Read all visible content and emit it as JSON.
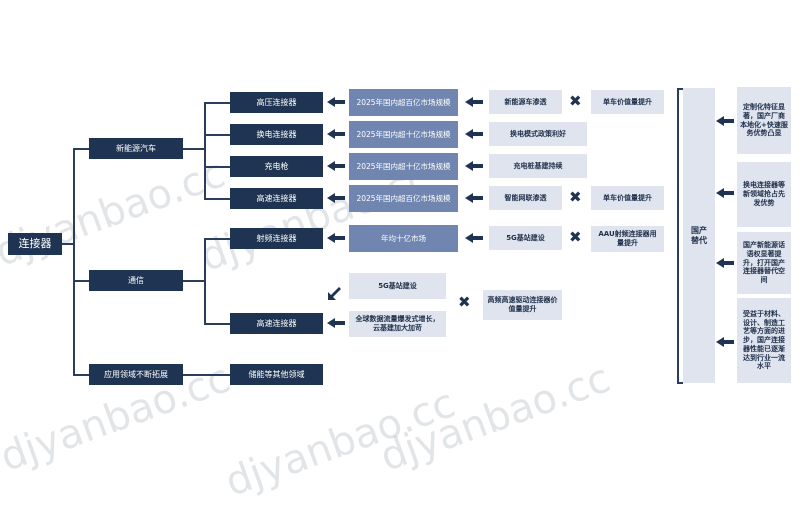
{
  "root": "连接器",
  "level1": {
    "nev": "新能源汽车",
    "telecom": "通信",
    "apps": "应用领域不断拓展"
  },
  "level2": {
    "hv": "高压连接器",
    "swap": "换电连接器",
    "gun": "充电枪",
    "hs_car": "高速连接器",
    "rf": "射频连接器",
    "hs_tel": "高速连接器",
    "storage": "储能等其他领域"
  },
  "market": {
    "hv": "2025年国内超百亿市场规模",
    "swap": "2025年国内超十亿市场规模",
    "gun": "2025年国内超十亿市场规模",
    "hs_car": "2025年国内超百亿市场规模",
    "rf": "年均十亿市场"
  },
  "drivers": {
    "hv": "新能源车渗透",
    "swap": "换电模式政策利好",
    "gun": "充电桩基建持续",
    "hs_car": "智能网联渗透",
    "rf": "5G基站建设"
  },
  "value": {
    "hv": "单车价值量提升",
    "hs_car": "单车价值量提升",
    "rf": "AAU射频连接器用量提升"
  },
  "hs_tel": {
    "a": "5G基站建设",
    "b": "全球数据流量爆发式增长，云基建加大加苛",
    "combined": "高频高速驱动连接器价值量提升"
  },
  "domestic": "国产替代",
  "right": [
    "定制化特征显著，国产厂商本地化+快速服务优势凸显",
    "换电连接器等新领域抢占先发优势",
    "国产新能源话语权显著提升，打开国产连接器替代空间",
    "受益于材料、设计、制造工艺等方面的进步，国产连接器性能已逐渐达到行业一流水平"
  ],
  "watermark": "djyanbao.cc"
}
